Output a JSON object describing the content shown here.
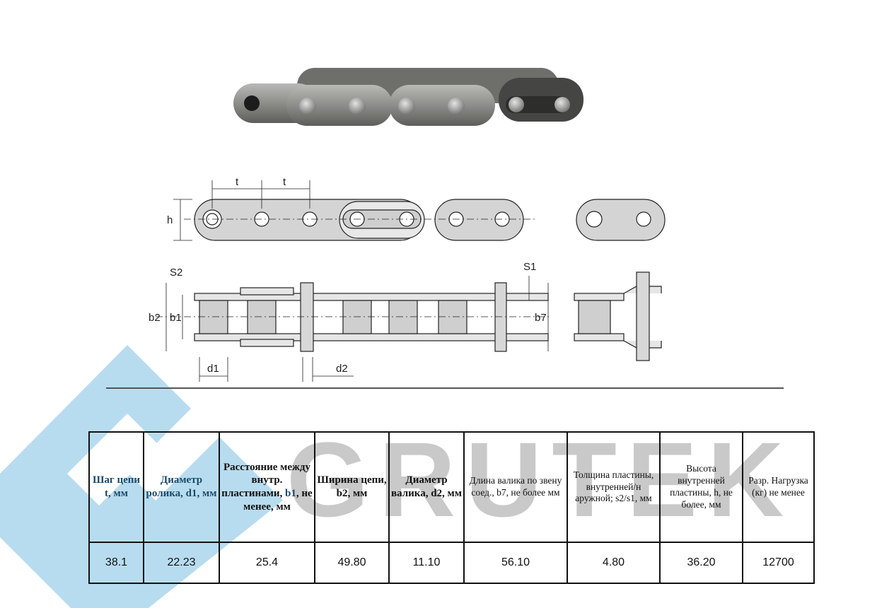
{
  "watermark": {
    "text": "GRUTEK",
    "color": "#c9c9c9",
    "logo_color": "#b8dcef"
  },
  "drawing": {
    "labels": {
      "t1": "t",
      "t2": "t",
      "h": "h",
      "s2": "S2",
      "s1": "S1",
      "b2": "b2",
      "b1": "b1",
      "b7": "b7",
      "d1": "d1",
      "d2": "d2"
    }
  },
  "table": {
    "headers": [
      "Шаг цепи t, мм",
      "Диаметр ролика, d1, мм",
      "Расстояние между внутр. пластинами,",
      "Ширина цепи, b2, мм",
      "Диаметр валика, d2, мм",
      "Длина валика по звену соед., b7, не более мм",
      "Толщина пластины, внутренней/н аружной; s2/s1, мм",
      "Высота внутренней пластины, h, не более, мм",
      "Разр. Нагрузка (кг) не менее"
    ],
    "header3_b1": "b1",
    "header3_tail": ", не менее, мм",
    "row": [
      "38.1",
      "22.23",
      "25.4",
      "49.80",
      "11.10",
      "56.10",
      "4.80",
      "36.20",
      "12700"
    ]
  }
}
